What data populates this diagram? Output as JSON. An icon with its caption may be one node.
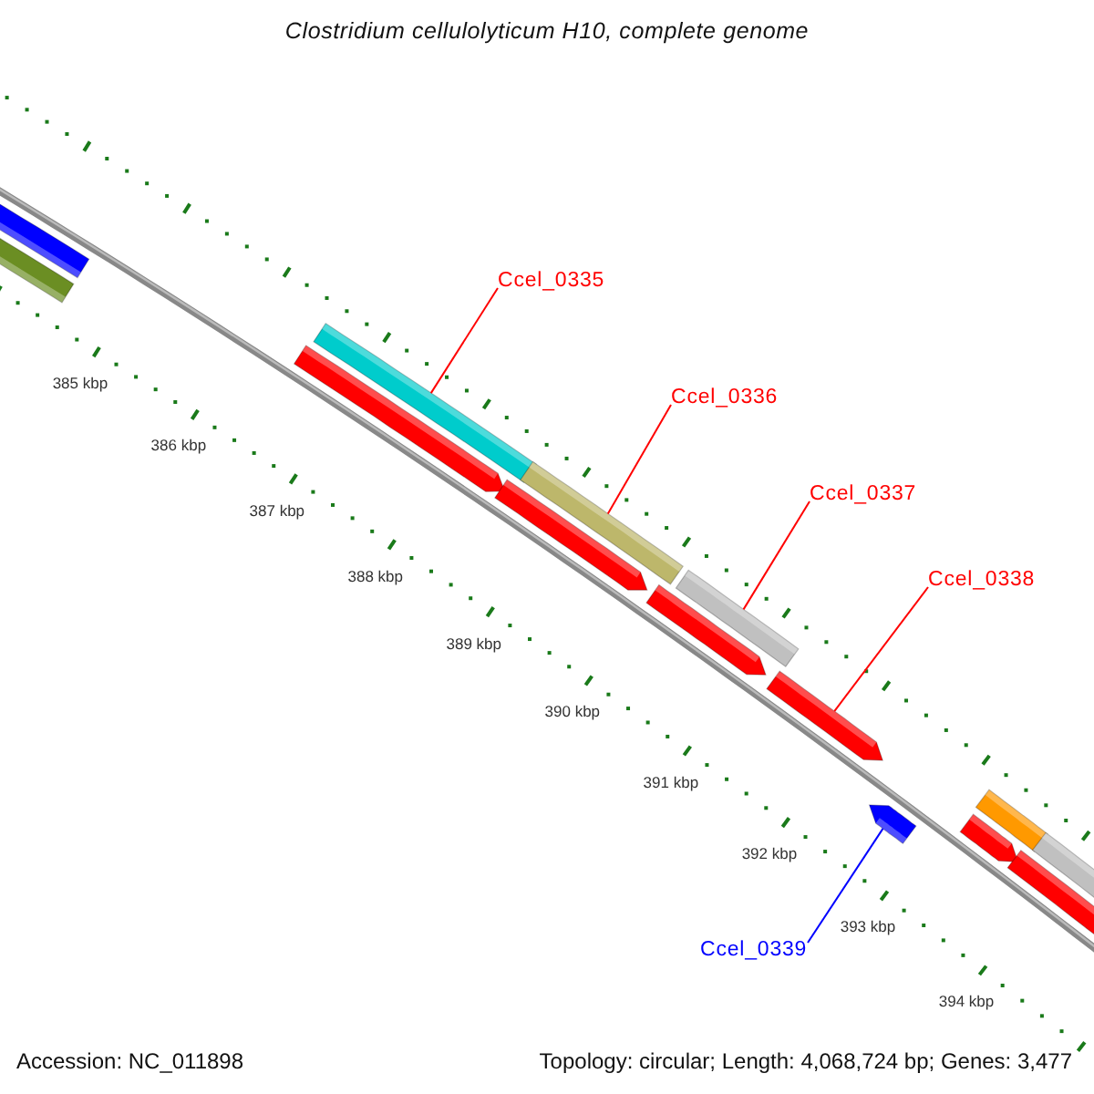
{
  "diagram": {
    "title": "Clostridium cellulolyticum H10, complete genome",
    "nodes": [
      {
        "text": [
          "Ccel_0335"
        ]
      },
      {
        "text": [
          "Ccel_0336"
        ]
      },
      {
        "text": [
          "Ccel_0337"
        ]
      },
      {
        "text": [
          "Ccel_0338"
        ]
      },
      {
        "text": [
          "Ccel_0339"
        ]
      },
      {
        "text": [],
        "shape": "bar"
      },
      {
        "text": [],
        "shape": "bar"
      },
      {
        "text": [],
        "shape": "bar"
      },
      {
        "text": [],
        "shape": "bar"
      },
      {
        "text": [],
        "shape": "bar"
      }
    ],
    "edges": [
      {
        "from": 0,
        "to": 5,
        "arrow": "none"
      },
      {
        "from": 1,
        "to": 6,
        "arrow": "none"
      },
      {
        "from": 2,
        "to": 7,
        "arrow": "none"
      },
      {
        "from": 3,
        "to": 8,
        "arrow": "none"
      },
      {
        "from": 4,
        "to": 9,
        "arrow": "none",
        "color": "#0000ff"
      }
    ],
    "labels": [
      "385 kbp",
      "386 kbp",
      "387 kbp",
      "388 kbp",
      "389 kbp",
      "390 kbp",
      "391 kbp",
      "392 kbp",
      "393 kbp",
      "394 kbp",
      "Accession: NC_011898",
      "Topology: circular; Length: 4,068,724 bp; Genes: 3,477"
    ]
  }
}
